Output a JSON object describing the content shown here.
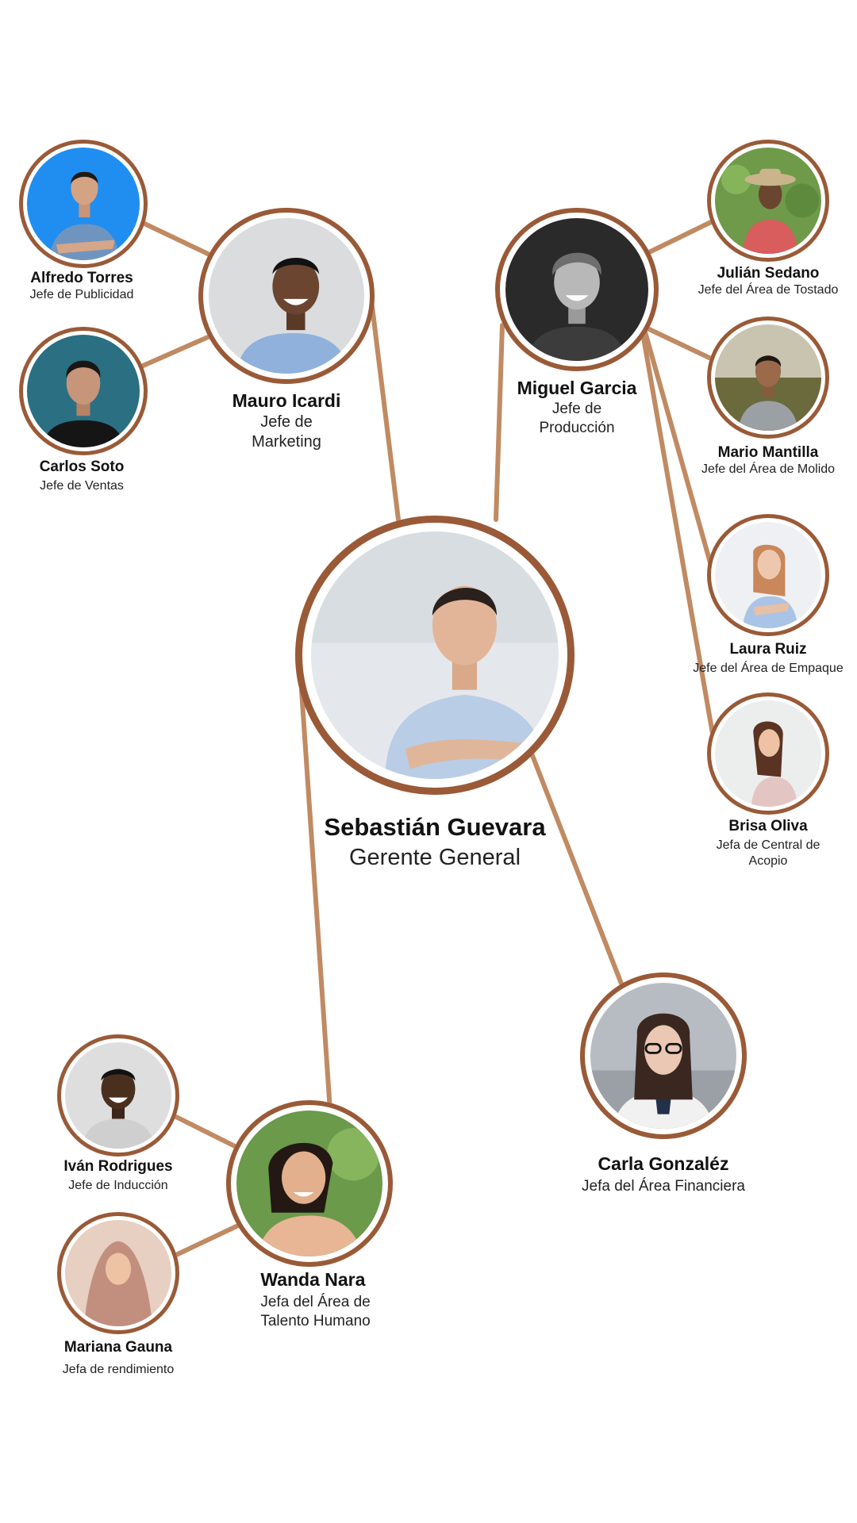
{
  "accent_ring": "#9a5a37",
  "connector_color": "#c08a62",
  "people": {
    "gerente": {
      "name": "Sebastián Guevara",
      "role": "Gerente General"
    },
    "mauro": {
      "name": "Mauro Icardi",
      "role_line1": "Jefe de",
      "role_line2": "Marketing"
    },
    "miguel": {
      "name": "Miguel Garcia",
      "role_line1": "Jefe de",
      "role_line2": "Producción"
    },
    "alfredo": {
      "name": "Alfredo Torres",
      "role": "Jefe de Publicidad"
    },
    "carlos": {
      "name": "Carlos Soto",
      "role": "Jefe de Ventas"
    },
    "julian": {
      "name": "Julián Sedano",
      "role": "Jefe del Área de Tostado"
    },
    "mario": {
      "name": "Mario Mantilla",
      "role": "Jefe del Área de Molido"
    },
    "laura": {
      "name": "Laura Ruiz",
      "role": "Jefe del Área de Empaque"
    },
    "brisa": {
      "name": "Brisa Oliva",
      "role_line1": "Jefa de Central de",
      "role_line2": "Acopio"
    },
    "carla": {
      "name": "Carla Gonzaléz",
      "role": "Jefa del Área Financiera"
    },
    "wanda": {
      "name": "Wanda Nara",
      "role_line1": "Jefa del Área de",
      "role_line2": "Talento Humano"
    },
    "ivan": {
      "name": "Iván Rodrigues",
      "role": "Jefe de Inducción"
    },
    "mariana": {
      "name": "Mariana Gauna",
      "role": "Jefa de rendimiento"
    }
  }
}
